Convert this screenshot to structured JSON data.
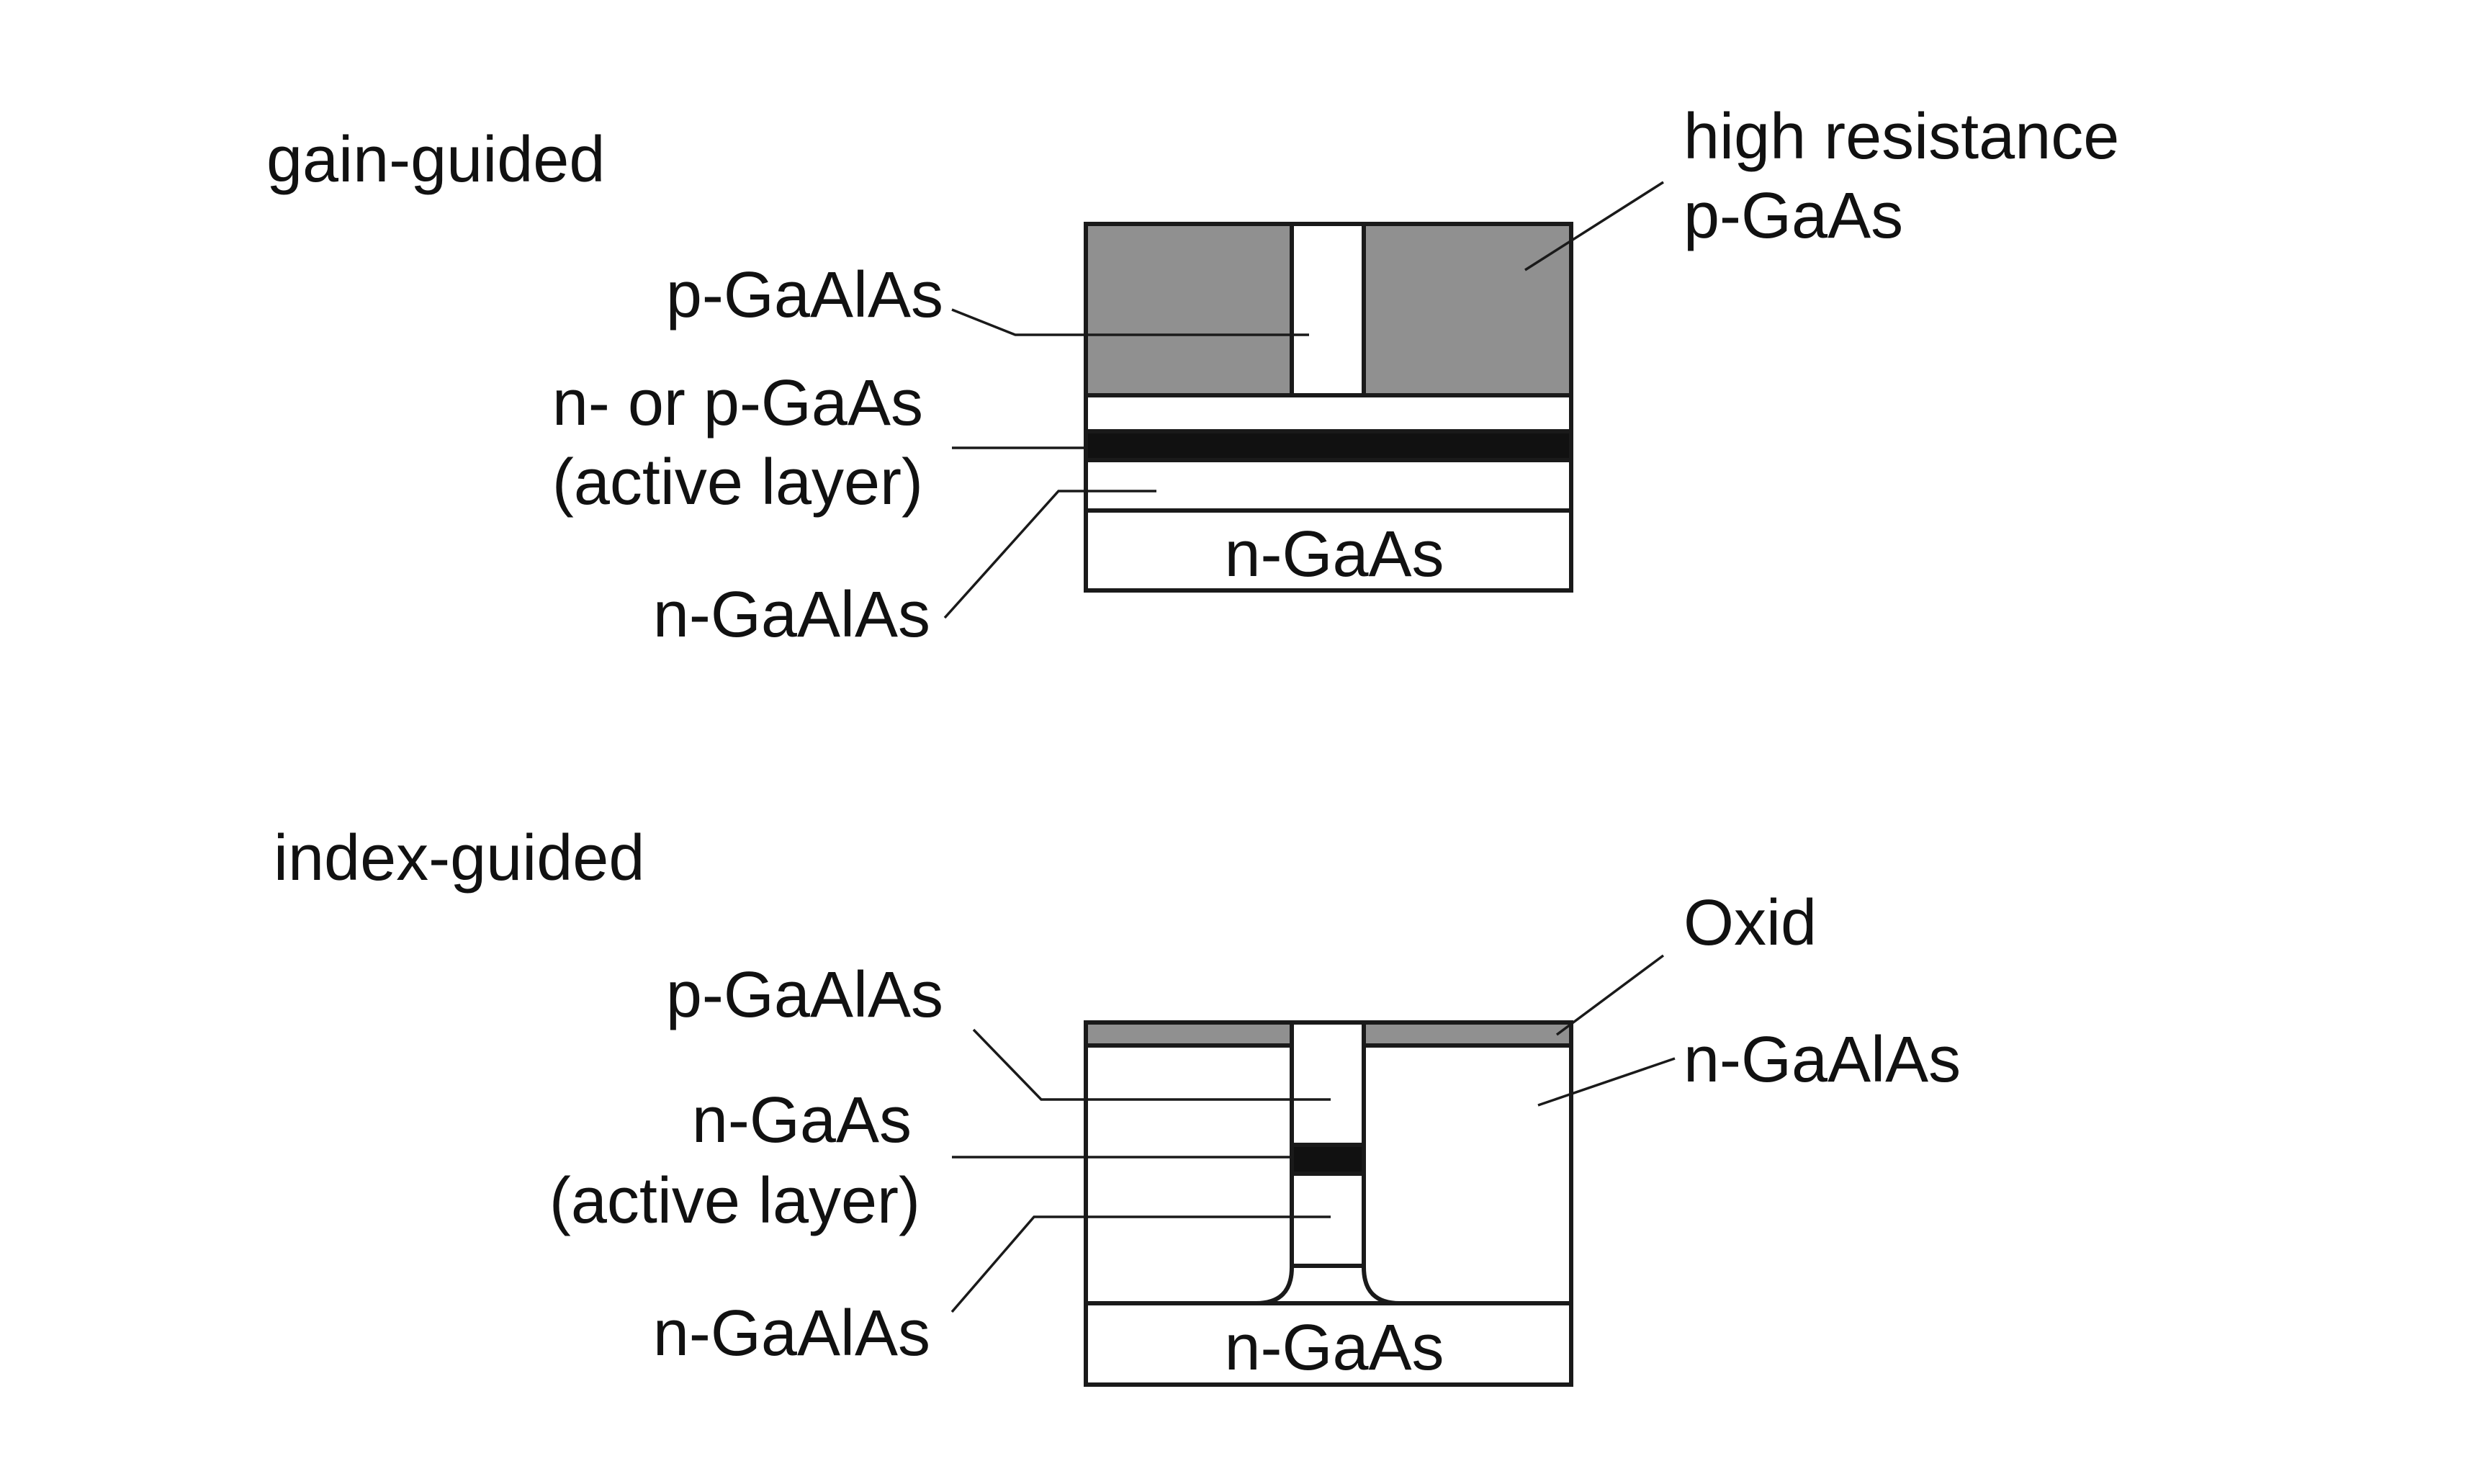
{
  "colors": {
    "background": "#ffffff",
    "outline": "#1a1a1a",
    "gray_region": "#909090",
    "active_layer": "#111111",
    "text": "#111111"
  },
  "gain_guided": {
    "title": "gain-guided",
    "labels": {
      "p_gaalas": "p-GaAlAs",
      "active_line1": "n- or p-GaAs",
      "active_line2": "(active layer)",
      "n_gaalas": "n-GaAlAs",
      "substrate": "n-GaAs",
      "high_res_line1": "high resistance",
      "high_res_line2": "p-GaAs"
    }
  },
  "index_guided": {
    "title": "index-guided",
    "labels": {
      "p_gaalas": "p-GaAlAs",
      "active_line1": "n-GaAs",
      "active_line2": "(active layer)",
      "n_gaalas_left": "n-GaAlAs",
      "substrate": "n-GaAs",
      "oxid": "Oxid",
      "n_gaalas_right": "n-GaAlAs"
    }
  }
}
